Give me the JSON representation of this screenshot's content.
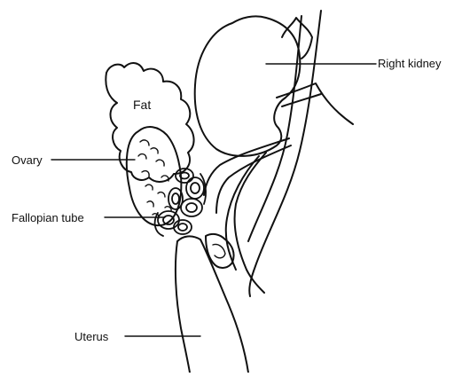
{
  "labels": {
    "right_kidney": "Right kidney",
    "fat": "Fat",
    "ovary": "Ovary",
    "fallopian_tube": "Fallopian tube",
    "uterus": "Uterus"
  },
  "colors": {
    "ink": "#111111",
    "background": "#ffffff"
  }
}
